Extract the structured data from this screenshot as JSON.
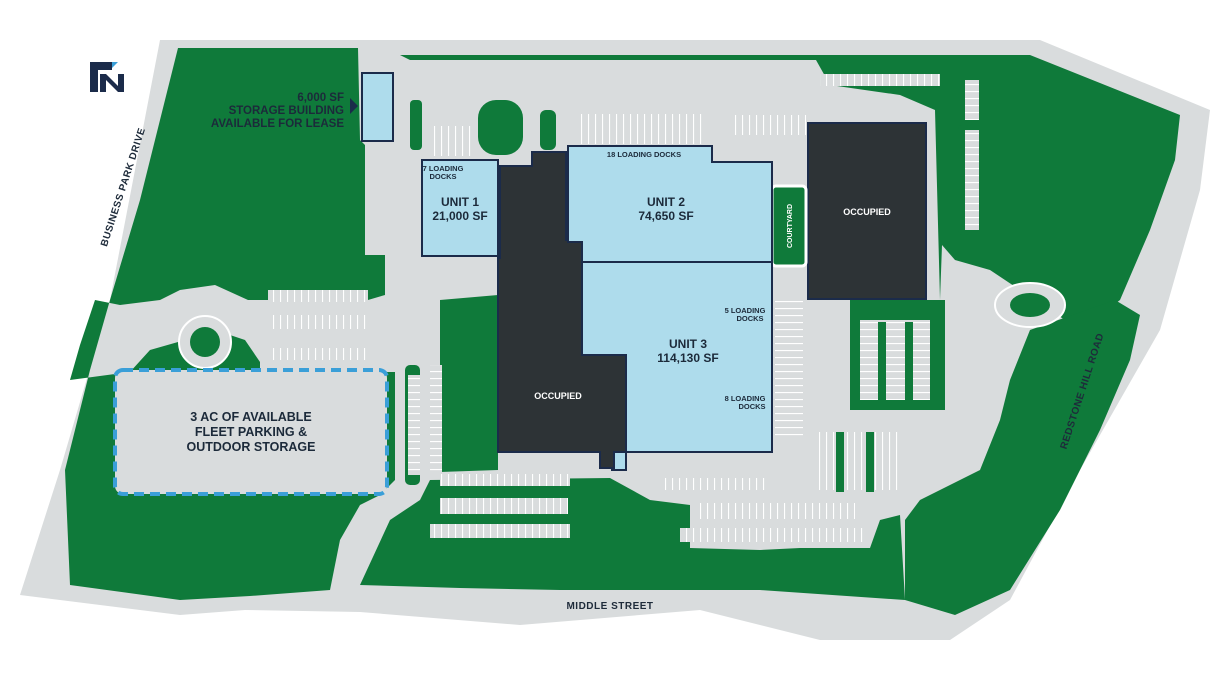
{
  "colors": {
    "grass": "#0f7a3a",
    "grass_dark": "#0b6a31",
    "pavement": "#d9dcdd",
    "available": "#aedcec",
    "occupied": "#2d3336",
    "outline": "#1b2b4a",
    "dashed_border": "#3a9fd8",
    "parking_line": "#ffffff"
  },
  "logo": {
    "text": "FN",
    "icon": "fn-logo-icon"
  },
  "storage_building": {
    "line1": "6,000 SF",
    "line2": "STORAGE BUILDING",
    "line3": "AVAILABLE FOR LEASE"
  },
  "fleet_parking": {
    "line1": "3 AC OF AVAILABLE",
    "line2": "FLEET PARKING &",
    "line3": "OUTDOOR STORAGE"
  },
  "units": [
    {
      "name": "UNIT 1",
      "size": "21,000 SF"
    },
    {
      "name": "UNIT 2",
      "size": "74,650 SF"
    },
    {
      "name": "UNIT 3",
      "size": "114,130 SF"
    }
  ],
  "loading_docks": {
    "unit1": {
      "line1": "7 LOADING",
      "line2": "DOCKS"
    },
    "unit2": {
      "line1": "18 LOADING DOCKS"
    },
    "unit3_upper": {
      "line1": "5 LOADING",
      "line2": "DOCKS"
    },
    "unit3_lower": {
      "line1": "8 LOADING",
      "line2": "DOCKS"
    }
  },
  "occupied_left": "OCCUPIED",
  "occupied_right": "OCCUPIED",
  "courtyard": "COURTYARD",
  "roads": {
    "west": "BUSINESS PARK DRIVE",
    "south": "MIDDLE STREET",
    "east": "REDSTONE HILL ROAD"
  }
}
